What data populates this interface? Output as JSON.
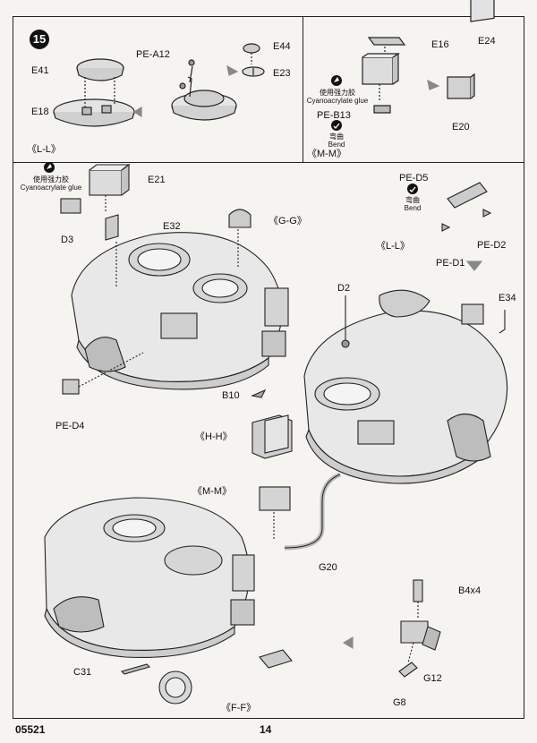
{
  "step": {
    "number": "15"
  },
  "panel_ll": {
    "parts": [
      "E41",
      "E18",
      "PE-A12",
      "E44",
      "E23"
    ],
    "section_label": "《L-L》"
  },
  "panel_mm": {
    "parts": [
      "E16",
      "E24",
      "PE-B13",
      "E20"
    ],
    "glue_cn": "使用强力胶",
    "glue_en": "Cyanoacrylate glue",
    "bend_cn": "弯曲",
    "bend_en": "Bend",
    "section_label": "《M-M》"
  },
  "main": {
    "glue_cn": "使用强力胶",
    "glue_en": "Cyanoacrylate glue",
    "bend_cn": "弯曲",
    "bend_en": "Bend",
    "labels": {
      "e21": "E21",
      "d3": "D3",
      "e32": "E32",
      "gg": "《G-G》",
      "pe_d4": "PE-D4",
      "pe_d5": "PE-D5",
      "pe_d1": "PE-D1",
      "pe_d2": "PE-D2",
      "ll": "《L-L》",
      "d2": "D2",
      "e34": "E34",
      "b10": "B10",
      "hh": "《H-H》",
      "mm": "《M-M》",
      "g20": "G20",
      "b4x4": "B4x4",
      "g12": "G12",
      "g8": "G8",
      "c31": "C31",
      "ff": "《F-F》"
    }
  },
  "footer": {
    "code": "05521",
    "page": "14"
  }
}
